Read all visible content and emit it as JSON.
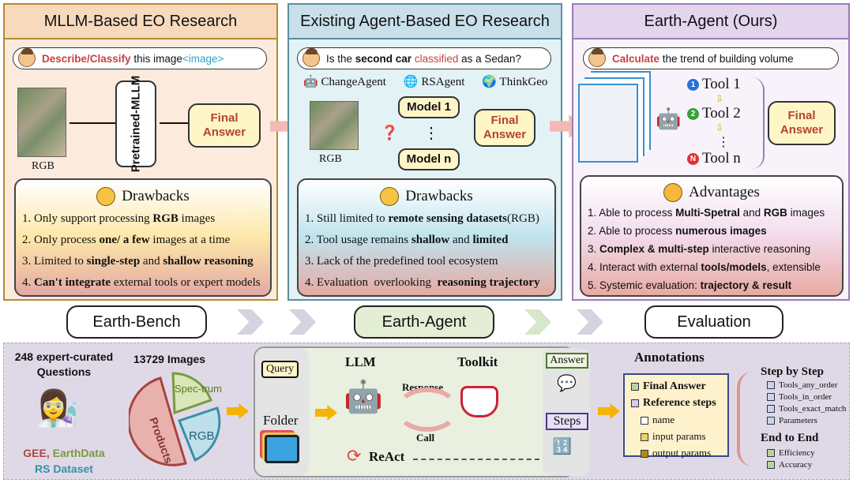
{
  "panels": [
    {
      "title": "MLLM-Based EO Research",
      "prompt": [
        {
          "t": "Describe/Classify",
          "c": "red"
        },
        {
          "t": " this image",
          "c": ""
        },
        {
          "t": "<image>",
          "c": "cyan"
        }
      ],
      "image_label": "RGB",
      "model_label": "Pretrained-MLLM",
      "answer": "Final Answer",
      "list_title": "Drawbacks",
      "items": [
        [
          {
            "t": "1. Only support processing "
          },
          {
            "t": "RGB",
            "b": true
          },
          {
            "t": " images"
          }
        ],
        [
          {
            "t": "2. Only process "
          },
          {
            "t": "one/ a few",
            "b": true
          },
          {
            "t": " images at a time"
          }
        ],
        [
          {
            "t": "3. Limited to "
          },
          {
            "t": "single-step",
            "b": true
          },
          {
            "t": " and "
          },
          {
            "t": "shallow reasoning",
            "b": true
          }
        ],
        [
          {
            "t": "4. "
          },
          {
            "t": "Can't integrate",
            "b": true
          },
          {
            "t": " external tools or expert models"
          }
        ]
      ]
    },
    {
      "title": "Existing Agent-Based EO Research",
      "prompt": [
        {
          "t": "Is the ",
          "c": ""
        },
        {
          "t": "second car",
          "c": "bold"
        },
        {
          "t": " classified",
          "c": "red2"
        },
        {
          "t": " as a Sedan?",
          "c": ""
        }
      ],
      "agents": [
        "ChangeAgent",
        "RSAgent",
        "ThinkGeo"
      ],
      "image_label": "RGB",
      "model_1": "Model 1",
      "dots": "⋮",
      "model_n": "Model n",
      "answer": "Final Answer",
      "list_title": "Drawbacks",
      "items": [
        [
          {
            "t": "1. Still limited to "
          },
          {
            "t": "remote sensing datasets",
            "b": true
          },
          {
            "t": "(RGB)"
          }
        ],
        [
          {
            "t": "2. Tool usage remains "
          },
          {
            "t": "shallow",
            "b": true
          },
          {
            "t": " and "
          },
          {
            "t": "limited",
            "b": true
          }
        ],
        [
          {
            "t": "3. Lack of the predefined tool ecosystem"
          }
        ],
        [
          {
            "t": "4. Evaluation  overlooking  "
          },
          {
            "t": "reasoning trajectory",
            "b": true
          }
        ]
      ]
    },
    {
      "title": "Earth-Agent (Ours)",
      "prompt": [
        {
          "t": "Calculate",
          "c": "red"
        },
        {
          "t": " the trend of building volume",
          "c": ""
        }
      ],
      "tools": [
        {
          "n": "1",
          "label": "Tool 1",
          "color": "#2a6fd6"
        },
        {
          "n": "2",
          "label": "Tool 2",
          "color": "#3aa03a"
        },
        {
          "n": "N",
          "label": "Tool n",
          "color": "#d33"
        }
      ],
      "dots": "⋮",
      "answer": "Final Answer",
      "list_title": "Advantages",
      "items": [
        [
          {
            "t": "1. Able to process "
          },
          {
            "t": "Multi-Spetral",
            "b": true
          },
          {
            "t": " and "
          },
          {
            "t": "RGB",
            "b": true
          },
          {
            "t": " images"
          }
        ],
        [
          {
            "t": "2. Able to process "
          },
          {
            "t": "numerous images",
            "b": true
          }
        ],
        [
          {
            "t": "3. "
          },
          {
            "t": "Complex & multi-step",
            "b": true
          },
          {
            "t": " interactive reasoning"
          }
        ],
        [
          {
            "t": "4. Interact with external "
          },
          {
            "t": "tools/models",
            "b": true
          },
          {
            "t": ", extensible"
          }
        ],
        [
          {
            "t": "5. Systemic evaluation: "
          },
          {
            "t": "trajectory & result",
            "b": true
          }
        ]
      ]
    }
  ],
  "stages": [
    "Earth-Bench",
    "Earth-Agent",
    "Evaluation"
  ],
  "bench": {
    "questions": "248 expert-curated Questions",
    "images": "13729 Images",
    "sources_1": "GEE,",
    "sources_2": "EarthData",
    "sources_3": "RS Dataset",
    "pie": [
      "Products",
      "Spec-trum",
      "RGB"
    ]
  },
  "agent": {
    "query": "Query",
    "folder": "Folder",
    "llm": "LLM",
    "toolkit": "Toolkit",
    "response": "Response",
    "call": "Call",
    "react": "ReAct",
    "answer": "Answer",
    "steps": "Steps"
  },
  "annotations": {
    "title": "Annotations",
    "final": "Final Answer",
    "reference": "Reference steps",
    "name": "name",
    "input": "input params",
    "output": "output params",
    "step_title": "Step by Step",
    "step_items": [
      "Tools_any_order",
      "Tools_in_order",
      "Tools_exact_match",
      "Parameters"
    ],
    "end_title": "End to End",
    "end_items": [
      "Efficiency",
      "Accuracy"
    ]
  }
}
